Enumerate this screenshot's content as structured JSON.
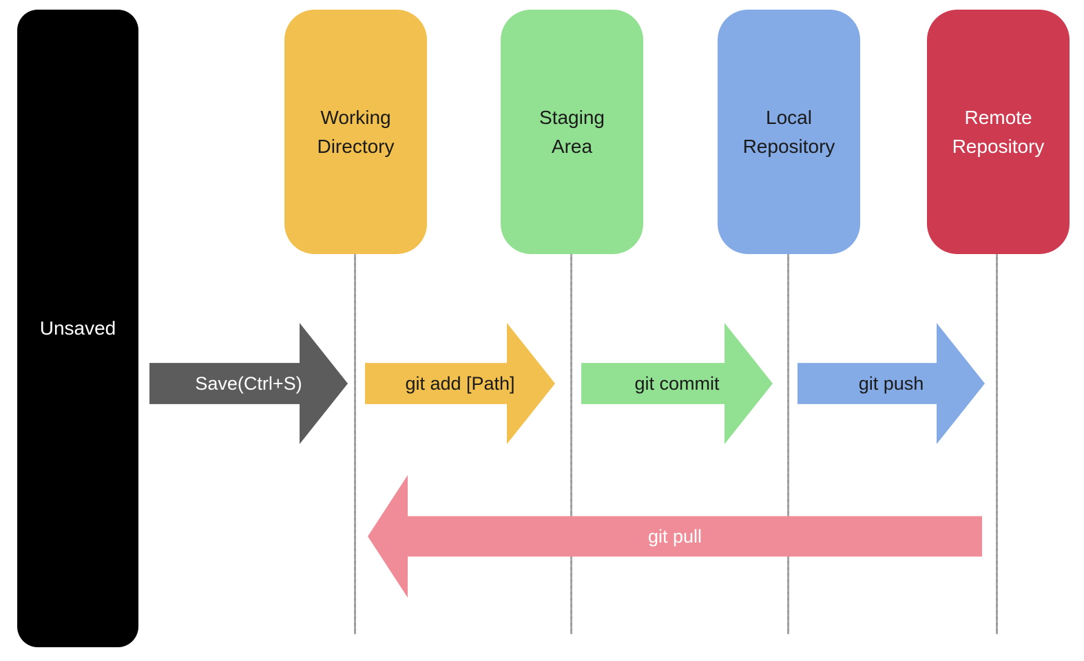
{
  "diagram": {
    "background_color": "#FFFFFF",
    "lifeline_color": "#9A9A9A",
    "nodes": [
      {
        "id": "unsaved",
        "label": "Unsaved",
        "color": "#000000",
        "text_color": "#FFFFFF"
      },
      {
        "id": "working-directory",
        "label": "Working Directory",
        "color": "#F1C04E",
        "text_color": "#1A1A1A"
      },
      {
        "id": "staging-area",
        "label": "Staging Area",
        "color": "#92E092",
        "text_color": "#1A1A1A"
      },
      {
        "id": "local-repository",
        "label": "Local Repository",
        "color": "#84ABE6",
        "text_color": "#1A1A1A"
      },
      {
        "id": "remote-repository",
        "label": "Remote Repository",
        "color": "#CE3A50",
        "text_color": "#FFFFFF"
      }
    ],
    "arrows": [
      {
        "id": "save",
        "label": "Save(Ctrl+S)",
        "direction": "right",
        "from": "unsaved",
        "to": "working-directory",
        "color": "#5C5C5C",
        "text_color": "#FFFFFF"
      },
      {
        "id": "git-add",
        "label": "git add [Path]",
        "direction": "right",
        "from": "working-directory",
        "to": "staging-area",
        "color": "#F1C04E",
        "text_color": "#1A1A1A"
      },
      {
        "id": "git-commit",
        "label": "git commit",
        "direction": "right",
        "from": "staging-area",
        "to": "local-repository",
        "color": "#92E092",
        "text_color": "#1A1A1A"
      },
      {
        "id": "git-push",
        "label": "git push",
        "direction": "right",
        "from": "local-repository",
        "to": "remote-repository",
        "color": "#84ABE6",
        "text_color": "#1A1A1A"
      },
      {
        "id": "git-pull",
        "label": "git pull",
        "direction": "left",
        "from": "remote-repository",
        "to": "working-directory",
        "color": "#F08C97",
        "text_color": "#FFFFFF"
      }
    ]
  }
}
